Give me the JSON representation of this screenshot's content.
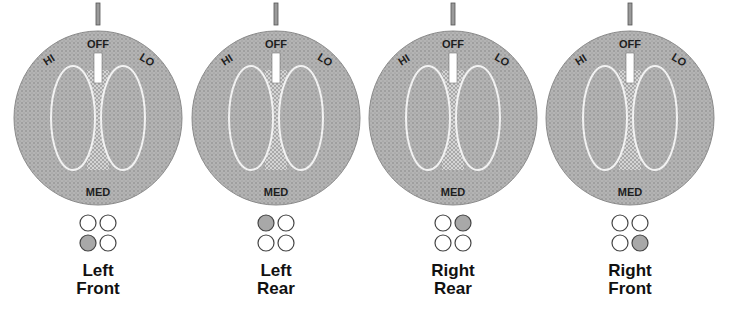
{
  "diagram": {
    "nodes": [
      {
        "text": [
          "HI",
          "OFF",
          "LO",
          "MED"
        ]
      },
      {
        "text": [
          "HI",
          "OFF",
          "LO",
          "MED"
        ]
      },
      {
        "text": [
          "HI",
          "OFF",
          "LO",
          "MED"
        ]
      },
      {
        "text": [
          "HI",
          "OFF",
          "LO",
          "MED"
        ]
      }
    ],
    "labels": [
      "Left Front",
      "Left Rear",
      "Right Rear",
      "Right Front"
    ]
  }
}
